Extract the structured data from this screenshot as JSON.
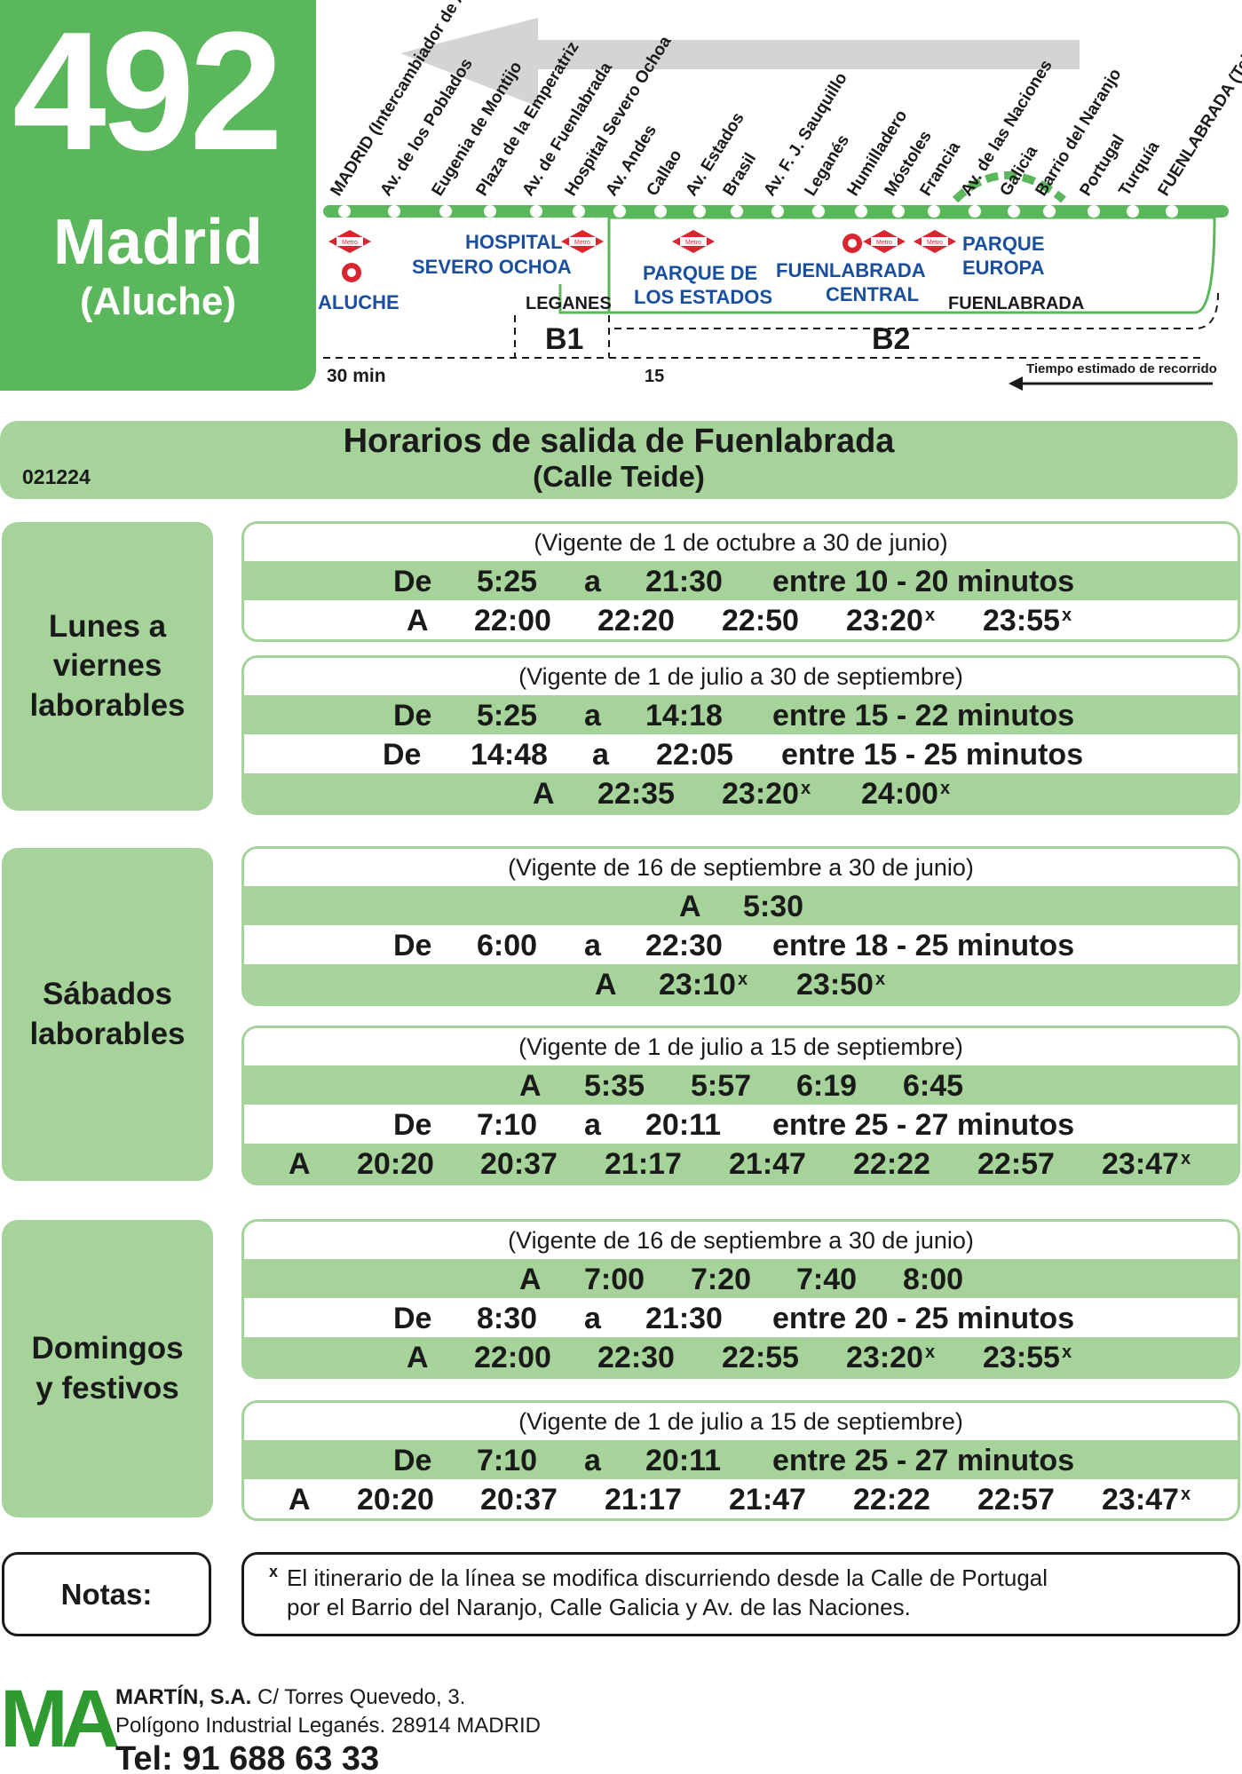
{
  "header": {
    "line_number": "492",
    "city": "Madrid",
    "sub": "(Aluche)"
  },
  "route": {
    "stops": [
      "MADRID (Intercambiador de Aluche)",
      "Av. de los Poblados",
      "Eugenia de Montijo",
      "Plaza de la Emperatriz",
      "Av. de Fuenlabrada",
      "Hospital Severo Ochoa",
      "Av. Andes",
      "Callao",
      "Av. Estados",
      "Brasil",
      "Av. F. J. Sauquillo",
      "Leganés",
      "Humilladero",
      "Móstoles",
      "Francia",
      "Av. de las Naciones",
      "Galicia",
      "Barrio del Naranjo",
      "Portugal",
      "Turquía",
      "FUENLABRADA (Teide)"
    ],
    "stations": {
      "aluche": "ALUCHE",
      "hospital_1": "HOSPITAL",
      "hospital_2": "SEVERO OCHOA",
      "leganes": "LEGANES",
      "parque_estados_1": "PARQUE DE",
      "parque_estados_2": "LOS ESTADOS",
      "fuenlabrada_central_1": "FUENLABRADA",
      "fuenlabrada_central_2": "CENTRAL",
      "parque_europa_1": "PARQUE",
      "parque_europa_2": "EUROPA",
      "fuenlabrada": "FUENLABRADA"
    },
    "metro_label": "Metro",
    "zones": [
      "B1",
      "B2"
    ],
    "time_total": "30 min",
    "time_mid": "15",
    "time_note": "Tiempo estimado de recorrido"
  },
  "title": {
    "code": "021224",
    "line1": "Horarios de salida de Fuenlabrada",
    "line2": "(Calle Teide)"
  },
  "days": {
    "weekdays": "Lunes a viernes laborables",
    "saturdays": "Sábados laborables",
    "sundays": "Domingos y festivos"
  },
  "schedules": {
    "wd_winter": {
      "vigente": "(Vigente de 1 de octubre a 30 de junio)",
      "r1": [
        "De",
        "5:25",
        "a",
        "21:30",
        "entre 10 - 20 minutos"
      ],
      "r2": [
        "A",
        "22:00",
        "22:20",
        "22:50",
        "23:20",
        "23:55"
      ]
    },
    "wd_summer": {
      "vigente": "(Vigente de 1 de julio a 30 de septiembre)",
      "r1": [
        "De",
        "5:25",
        "a",
        "14:18",
        "entre 15 - 22 minutos"
      ],
      "r2": [
        "De",
        "14:48",
        "a",
        "22:05",
        "entre 15 - 25 minutos"
      ],
      "r3": [
        "A",
        "22:35",
        "23:20",
        "24:00"
      ]
    },
    "sat_winter": {
      "vigente": "(Vigente de 16 de septiembre a 30 de junio)",
      "r1": [
        "A",
        "5:30"
      ],
      "r2": [
        "De",
        "6:00",
        "a",
        "22:30",
        "entre 18 - 25 minutos"
      ],
      "r3": [
        "A",
        "23:10",
        "23:50"
      ]
    },
    "sat_summer": {
      "vigente": "(Vigente de 1 de julio a 15 de septiembre)",
      "r1": [
        "A",
        "5:35",
        "5:57",
        "6:19",
        "6:45"
      ],
      "r2": [
        "De",
        "7:10",
        "a",
        "20:11",
        "entre 25 - 27 minutos"
      ],
      "r3": [
        "A",
        "20:20",
        "20:37",
        "21:17",
        "21:47",
        "22:22",
        "22:57",
        "23:47"
      ]
    },
    "sun_winter": {
      "vigente": "(Vigente de 16 de septiembre a 30 de junio)",
      "r1": [
        "A",
        "7:00",
        "7:20",
        "7:40",
        "8:00"
      ],
      "r2": [
        "De",
        "8:30",
        "a",
        "21:30",
        "entre 20 - 25 minutos"
      ],
      "r3": [
        "A",
        "22:00",
        "22:30",
        "22:55",
        "23:20",
        "23:55"
      ]
    },
    "sun_summer": {
      "vigente": "(Vigente de 1 de julio a 15 de septiembre)",
      "r1": [
        "De",
        "7:10",
        "a",
        "20:11",
        "entre 25 - 27 minutos"
      ],
      "r2": [
        "A",
        "20:20",
        "20:37",
        "21:17",
        "21:47",
        "22:22",
        "22:57",
        "23:47"
      ]
    }
  },
  "superscript_mark": "x",
  "notes": {
    "label": "Notas:",
    "mark": "x",
    "line1": "El itinerario de la línea se modifica discurriendo desde la Calle de Portugal",
    "line2": "por el Barrio del Naranjo, Calle Galicia y Av. de las Naciones."
  },
  "footer": {
    "logo": "MA",
    "company": "MARTÍN, S.A.",
    "address1": "C/ Torres Quevedo, 3.",
    "address2": "Polígono Industrial Leganés. 28914 MADRID",
    "phone": "Tel: 91 688 63 33"
  },
  "colors": {
    "brand_green": "#5bb75b",
    "light_green": "#a5d39a",
    "logo_green": "#2f9a2f",
    "metro_red": "#d9262e",
    "text_blue": "#1a4fa0"
  }
}
